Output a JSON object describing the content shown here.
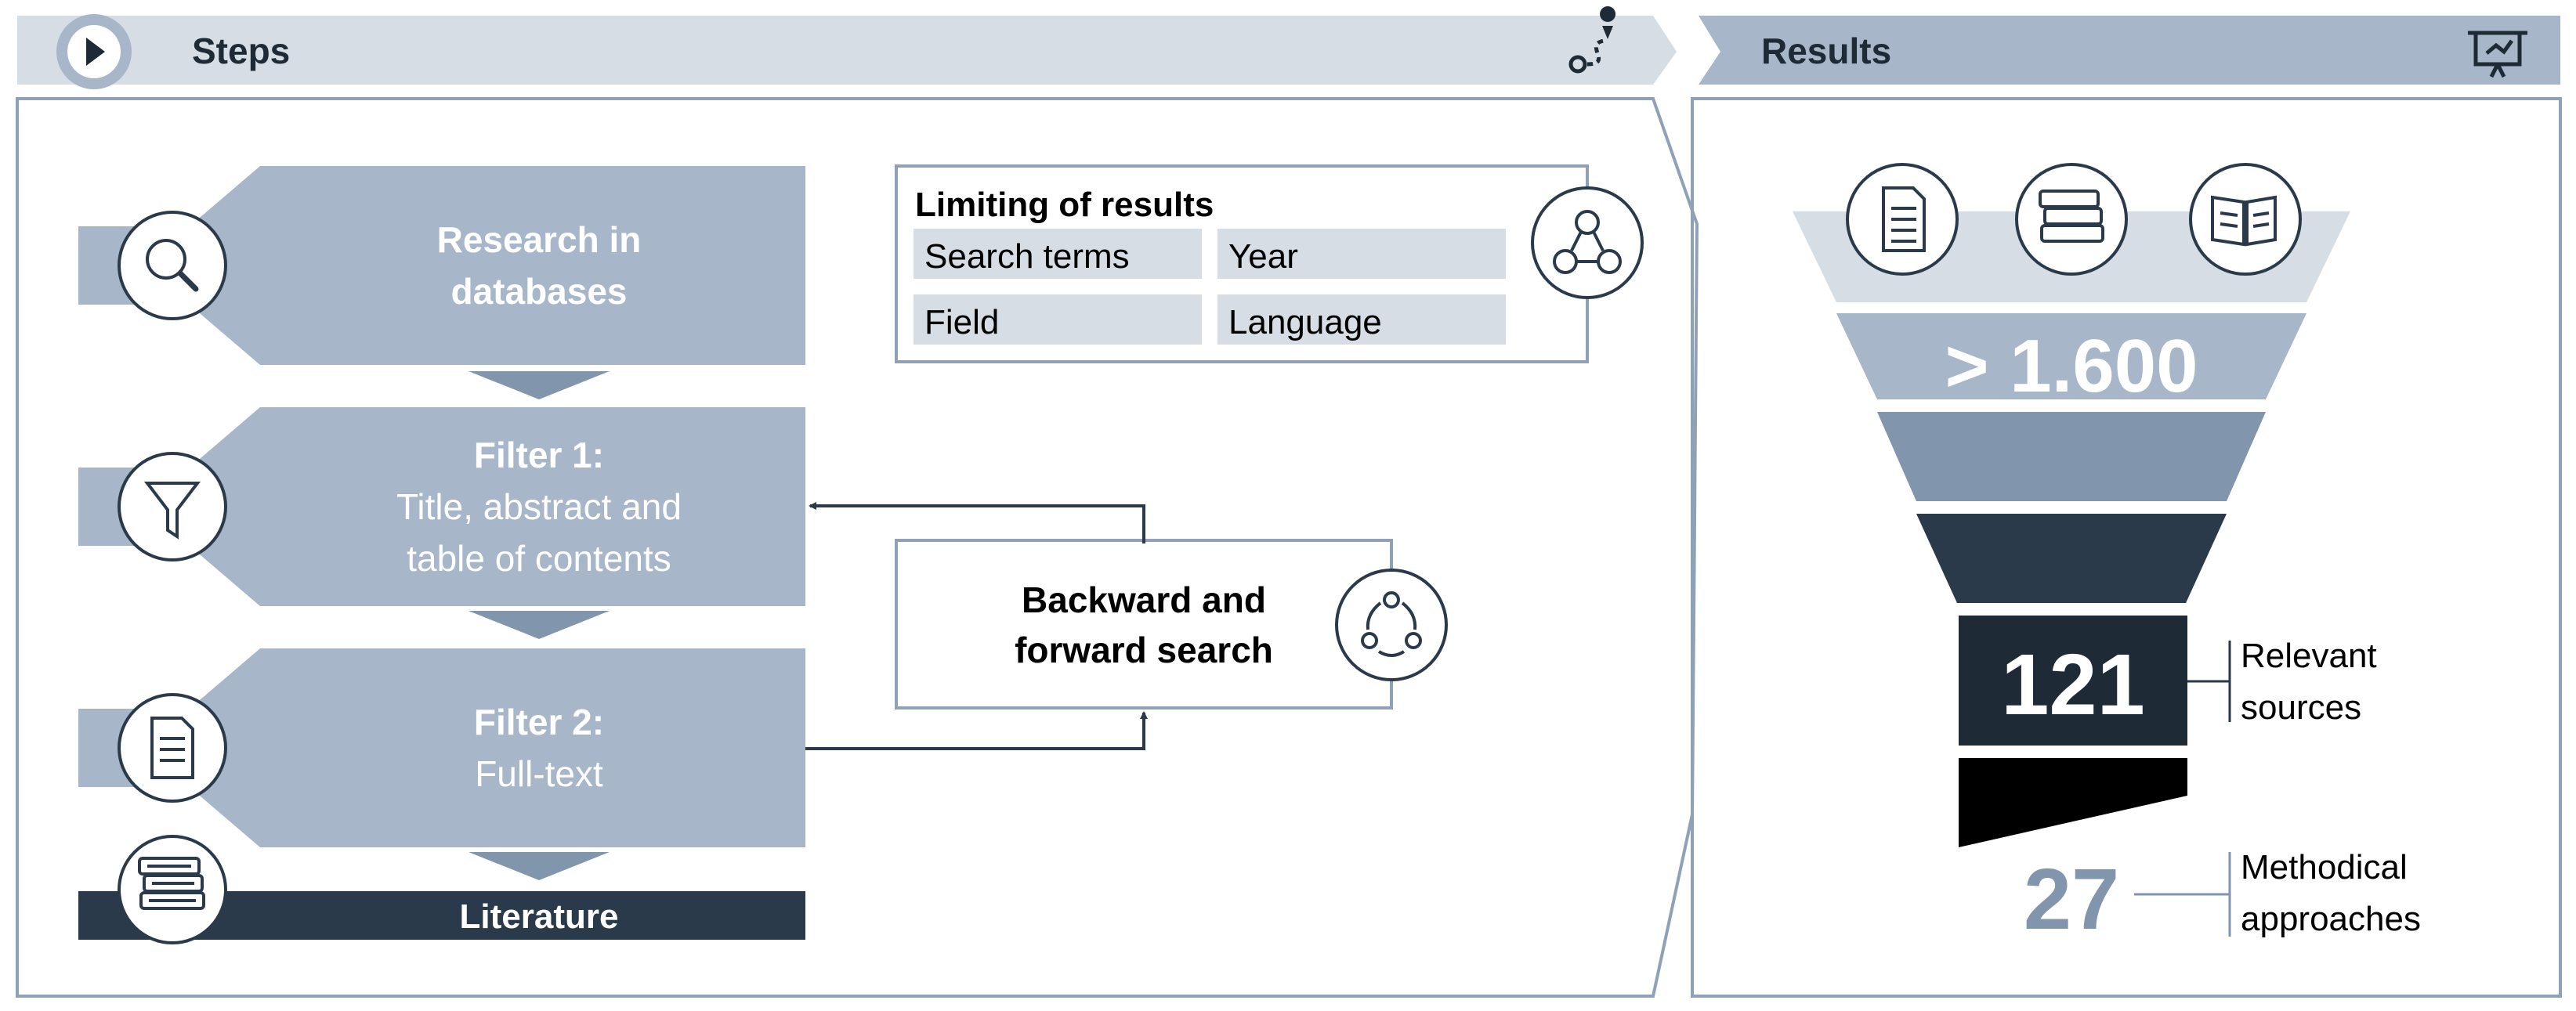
{
  "header": {
    "steps_title": "Steps",
    "results_title": "Results",
    "play_icon": "play-icon",
    "route_icon": "route-icon",
    "presentation_icon": "presentation-icon"
  },
  "steps": [
    {
      "lines": [
        "Research in",
        "databases"
      ],
      "bold": [
        true,
        true
      ],
      "icon": "magnifier-icon"
    },
    {
      "lines": [
        "Filter 1:",
        "Title, abstract and",
        "table of contents"
      ],
      "bold": [
        true,
        false,
        false
      ],
      "icon": "filter-icon"
    },
    {
      "lines": [
        "Filter 2:",
        "Full-text"
      ],
      "bold": [
        true,
        false
      ],
      "icon": "document-icon"
    }
  ],
  "literature": {
    "label": "Literature",
    "icon": "books-icon"
  },
  "limiting": {
    "title": "Limiting of results",
    "items": [
      "Search terms",
      "Year",
      "Field",
      "Language"
    ],
    "icon": "network-icon"
  },
  "backward": {
    "lines": [
      "Backward and",
      "forward search"
    ],
    "icon": "cycle-icon"
  },
  "funnel": {
    "top_icons": [
      "document-icon",
      "books-icon",
      "open-book-icon"
    ],
    "total": "> 1.600",
    "relevant_count": "121",
    "relevant_label": [
      "Relevant",
      "sources"
    ],
    "method_count": "27",
    "method_label": [
      "Methodical",
      "approaches"
    ]
  },
  "colors": {
    "header_light": "#d6dde5",
    "header_results": "#a7b6c9",
    "step_fill": "#a7b6c9",
    "frame": "#8ea1b6",
    "dark_navy": "#2b3a4a",
    "darkest": "#1e2a36",
    "black": "#000000",
    "box_fill": "#d6dde5",
    "funnel_light": "#d6dde5",
    "funnel_mid": "#a7b6c9",
    "funnel_mid2": "#8196ad",
    "accent_text": "#8196ad"
  }
}
